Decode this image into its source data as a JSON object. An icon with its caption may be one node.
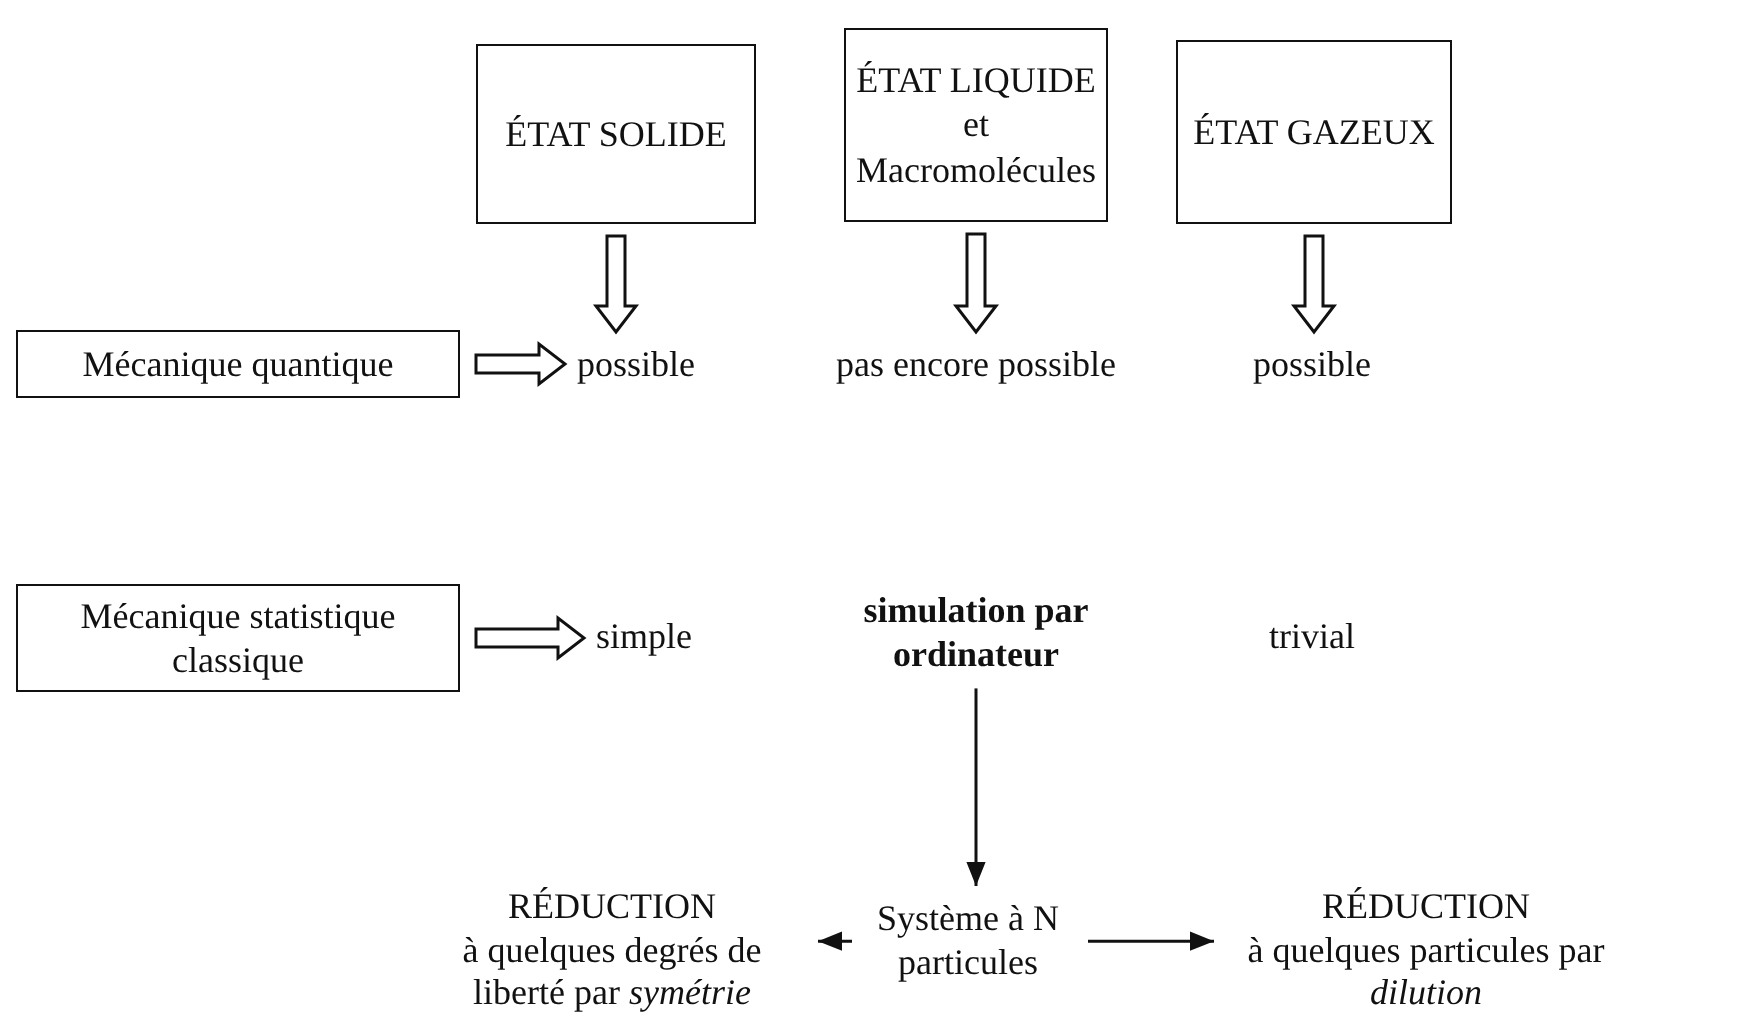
{
  "diagram": {
    "nodes": [
      {
        "text": [
          "ÉTAT SOLIDE"
        ]
      },
      {
        "text": [
          "ÉTAT LIQUIDE et Macromolécules"
        ]
      },
      {
        "text": [
          "ÉTAT GAZEUX"
        ]
      },
      {
        "text": [
          "Mécanique quantique"
        ]
      },
      {
        "text": [
          "possible"
        ]
      },
      {
        "text": [
          "pas encore possible"
        ]
      },
      {
        "text": [
          "possible"
        ]
      },
      {
        "text": [
          "Mécanique statistique classique"
        ]
      },
      {
        "text": [
          "simple"
        ]
      },
      {
        "text": [
          "simulation par ordinateur"
        ]
      },
      {
        "text": [
          "trivial"
        ]
      },
      {
        "text": [
          "RÉDUCTION",
          "à quelques degrés de liberté par *symétrie*"
        ]
      },
      {
        "text": [
          "Système à N particules"
        ]
      },
      {
        "text": [
          "RÉDUCTION",
          "à quelques particules par *dilution*"
        ]
      }
    ],
    "edges": [
      {
        "from": 0,
        "to": 4,
        "arrow": "to",
        "style": "thick"
      },
      {
        "from": 1,
        "to": 5,
        "arrow": "to",
        "style": "thick"
      },
      {
        "from": 2,
        "to": 6,
        "arrow": "to",
        "style": "thick"
      },
      {
        "from": 3,
        "to": 4,
        "arrow": "to",
        "style": "thick"
      },
      {
        "from": 7,
        "to": 8,
        "arrow": "to",
        "style": "thick"
      },
      {
        "from": 9,
        "to": 12,
        "arrow": "to"
      },
      {
        "from": 12,
        "to": 11,
        "arrow": "to"
      },
      {
        "from": 12,
        "to": 13,
        "arrow": "to"
      }
    ]
  }
}
